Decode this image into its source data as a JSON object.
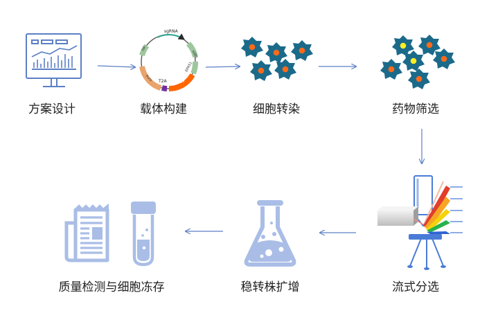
{
  "steps": [
    {
      "label": "方案设计"
    },
    {
      "label": "载体构建"
    },
    {
      "label": "细胞转染"
    },
    {
      "label": "药物筛选"
    },
    {
      "label": "流式分选"
    },
    {
      "label": "稳转株扩增"
    },
    {
      "label": "质量检测与细胞冻存"
    }
  ],
  "plasmid": {
    "labels": [
      "sgRNA",
      "HiBit",
      "EPAS1",
      "dCas9",
      "T2A",
      "Puro",
      "HA"
    ]
  },
  "colors": {
    "accent_blue": "#5b7fc4",
    "icon_light_blue": "#a9bde6",
    "cell_teal": "#1b6a8a",
    "cell_nucleus": "#ff6a1a",
    "cell_yellow": "#ffee22",
    "plasmid_orange": "#ff6600",
    "plasmid_tan": "#e8a46c",
    "plasmid_green": "#9fc79f",
    "plasmid_purple": "#7030a0"
  }
}
